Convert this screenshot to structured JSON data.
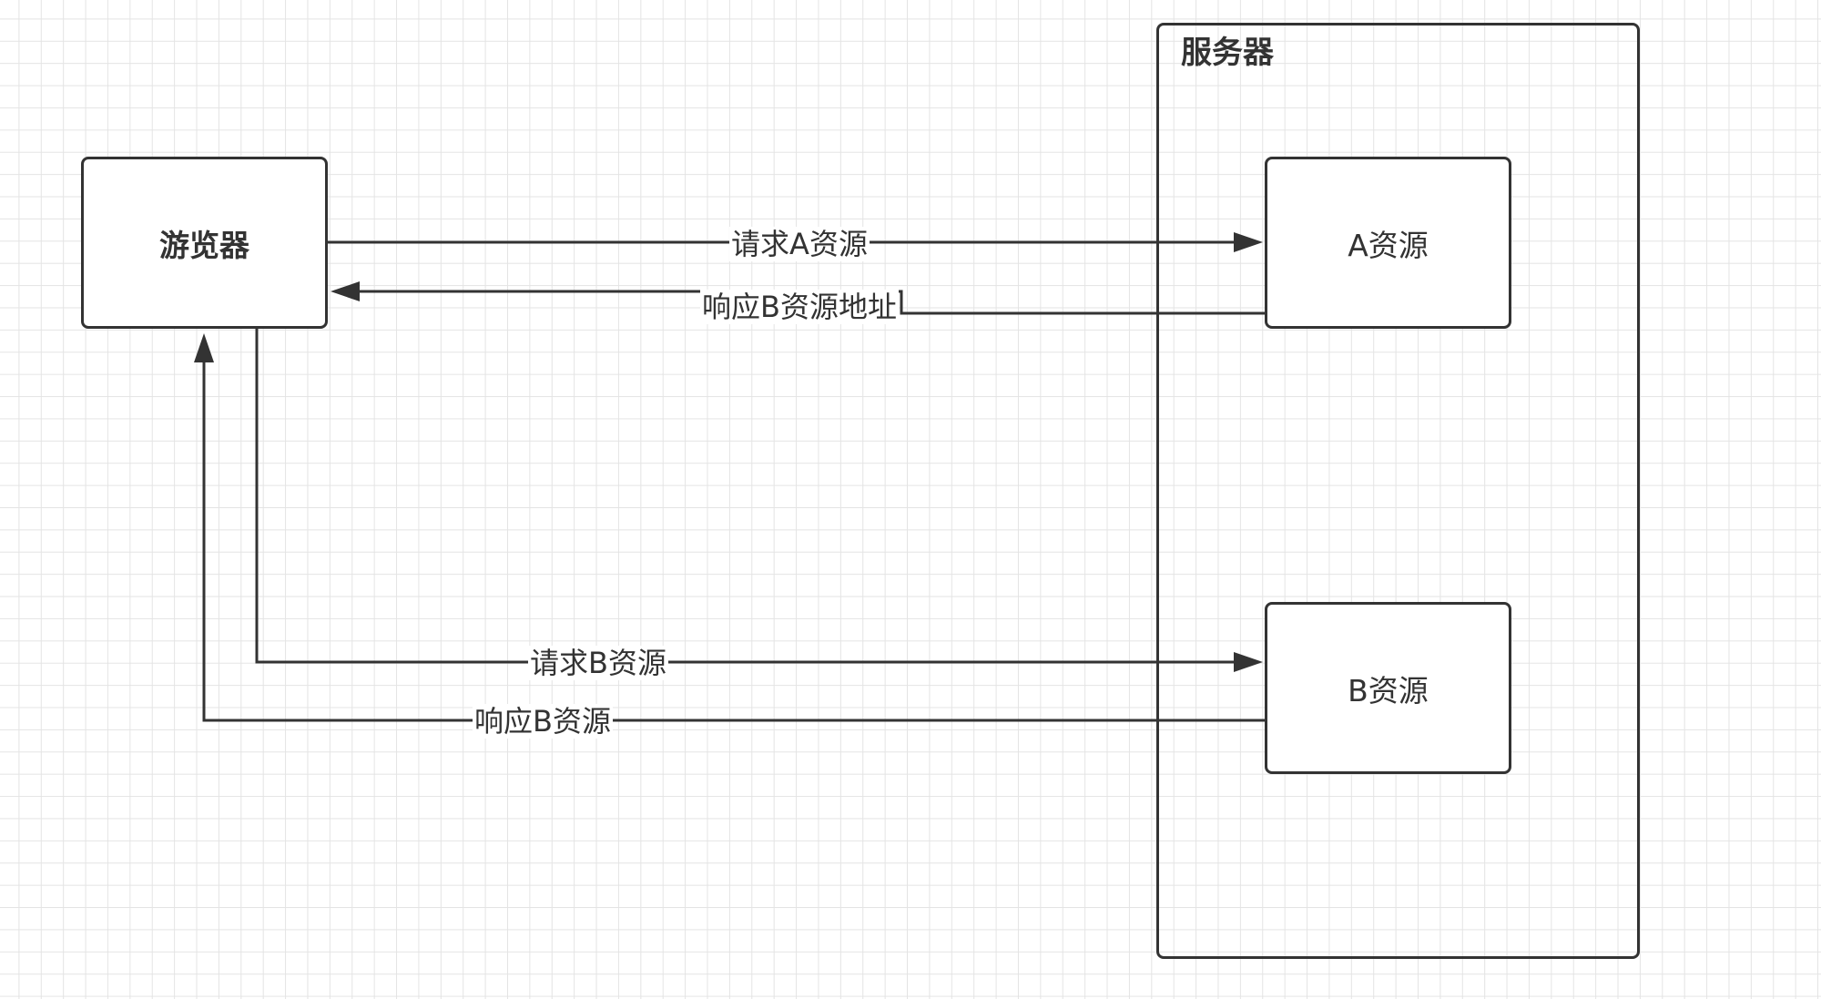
{
  "nodes": {
    "browser": "游览器",
    "server": "服务器",
    "resource_a": "A资源",
    "resource_b": "B资源"
  },
  "edges": {
    "request_a": "请求A资源",
    "response_b_address": "响应B资源地址",
    "request_b": "请求B资源",
    "response_b": "响应B资源"
  },
  "colors": {
    "stroke": "#333333",
    "grid": "#e4e4e4",
    "background": "#ffffff"
  }
}
